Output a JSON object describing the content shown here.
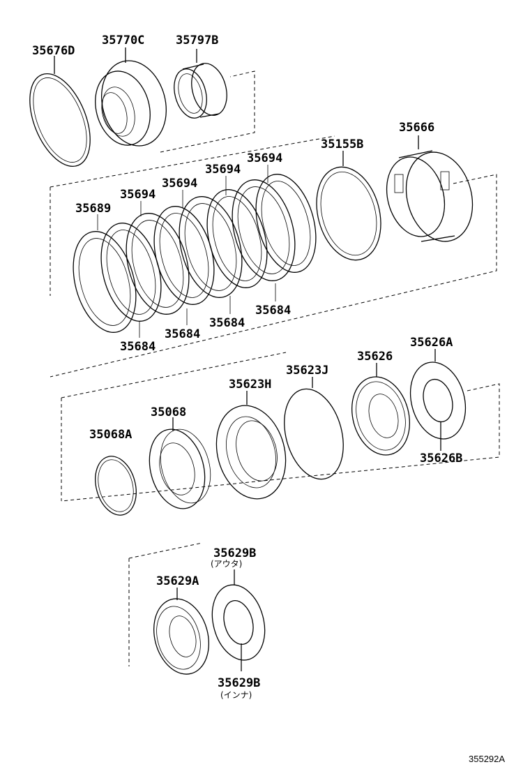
{
  "diagram": {
    "parts": {
      "p35676D": "35676D",
      "p35770C": "35770C",
      "p35797B": "35797B",
      "p35666": "35666",
      "p35155B": "35155B",
      "p35694_1": "35694",
      "p35694_2": "35694",
      "p35694_3": "35694",
      "p35694_4": "35694",
      "p35689": "35689",
      "p35684_1": "35684",
      "p35684_2": "35684",
      "p35684_3": "35684",
      "p35684_4": "35684",
      "p35626A": "35626A",
      "p35623J": "35623J",
      "p35626": "35626",
      "p35623H": "35623H",
      "p35068": "35068",
      "p35068A": "35068A",
      "p35626B": "35626B",
      "p35629B_outer": "35629B",
      "p35629B_outer_note": "(アウタ)",
      "p35629A": "35629A",
      "p35629B_inner": "35629B",
      "p35629B_inner_note": "(インナ)"
    },
    "reference_code": "355292A"
  }
}
